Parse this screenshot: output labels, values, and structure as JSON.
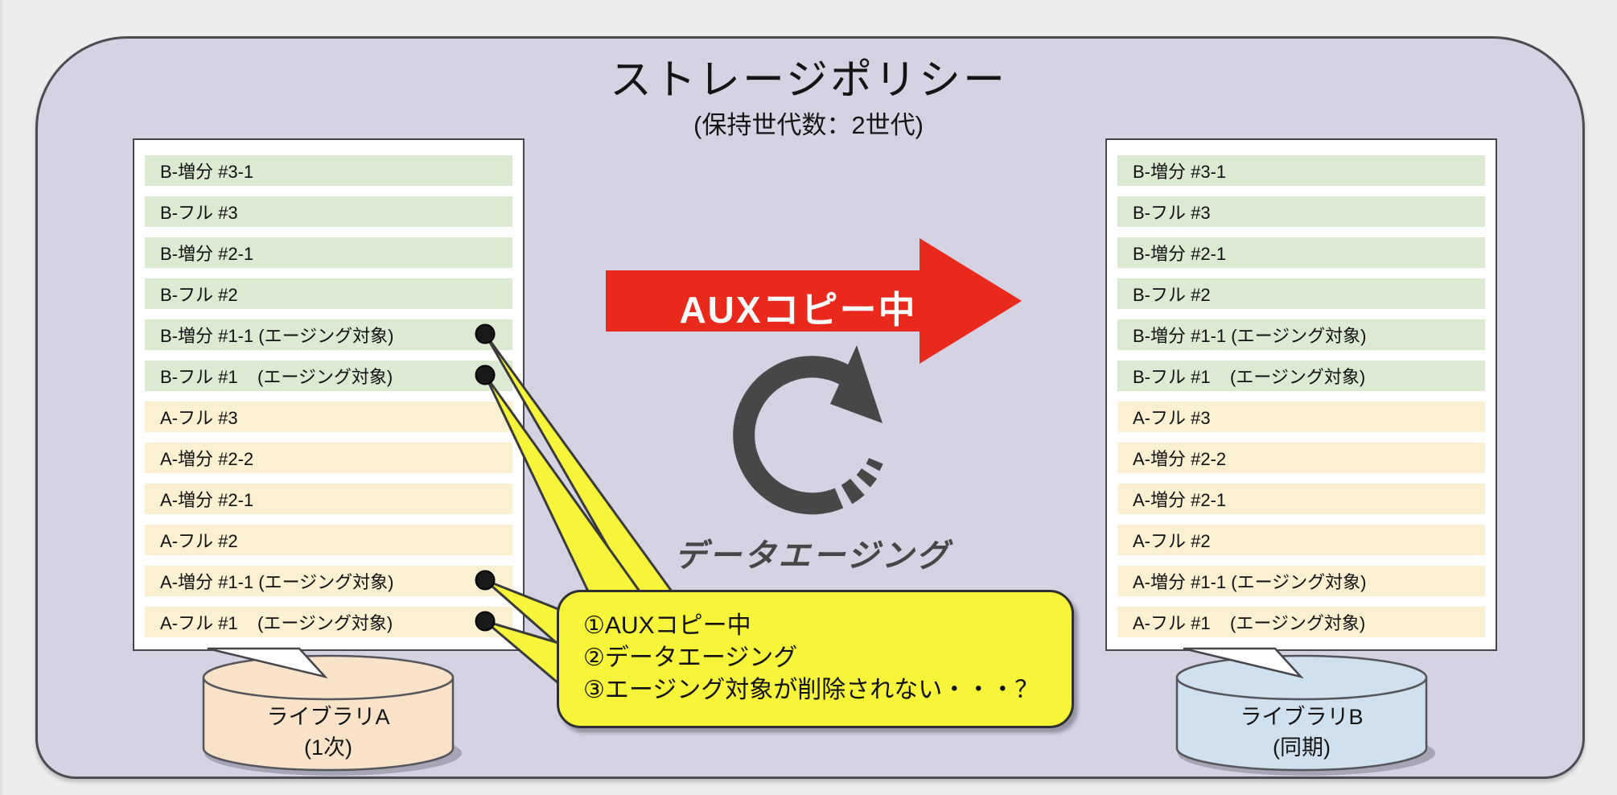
{
  "policy": {
    "title": "ストレージポリシー",
    "subtitle": "(保持世代数：2世代)"
  },
  "aux_copy": {
    "label": "AUXコピー中"
  },
  "data_aging": {
    "label": "データエージング"
  },
  "callout": {
    "line1": "①AUXコピー中",
    "line2": "②データエージング",
    "line3": "③エージング対象が削除されない・・・？"
  },
  "library_a": {
    "name": "ライブラリA",
    "role": "(1次)"
  },
  "library_b": {
    "name": "ライブラリB",
    "role": "(同期)"
  },
  "backup_lists": {
    "left": {
      "items": [
        "B-増分 #3-1",
        "B-フル #3",
        "B-増分 #2-1",
        "B-フル #2",
        "B-増分 #1-1 (エージング対象)",
        "B-フル #1    (エージング対象)",
        "A-フル #3",
        "A-増分 #2-2",
        "A-増分 #2-1",
        "A-フル #2",
        "A-増分 #1-1 (エージング対象)",
        "A-フル #1    (エージング対象)"
      ]
    },
    "right": {
      "items": [
        "B-増分 #3-1",
        "B-フル #3",
        "B-増分 #2-1",
        "B-フル #2",
        "B-増分 #1-1 (エージング対象)",
        "B-フル #1    (エージング対象)",
        "A-フル #3",
        "A-増分 #2-2",
        "A-増分 #2-1",
        "A-フル #2",
        "A-増分 #1-1 (エージング対象)",
        "A-フル #1    (エージング対象)"
      ]
    }
  },
  "colors": {
    "background": "#ededed",
    "panel_purple": "#d5d2e4",
    "row_green": "#dcead2",
    "row_cream": "#fbf0d0",
    "arrow_red": "#ea291d",
    "callout_yellow": "#f8f43a",
    "icon_gray": "#474747",
    "cylinder_a_fill": "#f8e3c9",
    "cylinder_b_fill": "#cfe0ef"
  }
}
